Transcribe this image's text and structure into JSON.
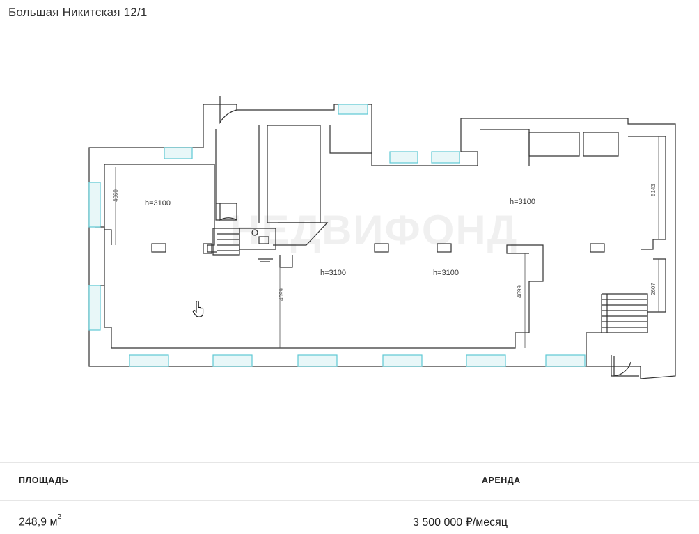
{
  "listing": {
    "address": "Большая Никитская 12/1"
  },
  "plan": {
    "watermark": "НЕДВИФОНД",
    "ceiling_labels": [
      "h=3100",
      "h=3100",
      "h=3100",
      "h=3100"
    ],
    "dimension_labels": [
      "4060",
      "5143",
      "4699",
      "4699",
      "2607"
    ],
    "window_color": "#5ec9d4",
    "wall_color": "#333333"
  },
  "details": {
    "area_label": "ПЛОЩАДЬ",
    "area_value": "248,9 м",
    "area_unit_sup": "2",
    "rent_label": "АРЕНДА",
    "rent_value": "3 500 000 ₽/месяц"
  },
  "icons": {
    "cursor": "hand-pointer-icon"
  }
}
